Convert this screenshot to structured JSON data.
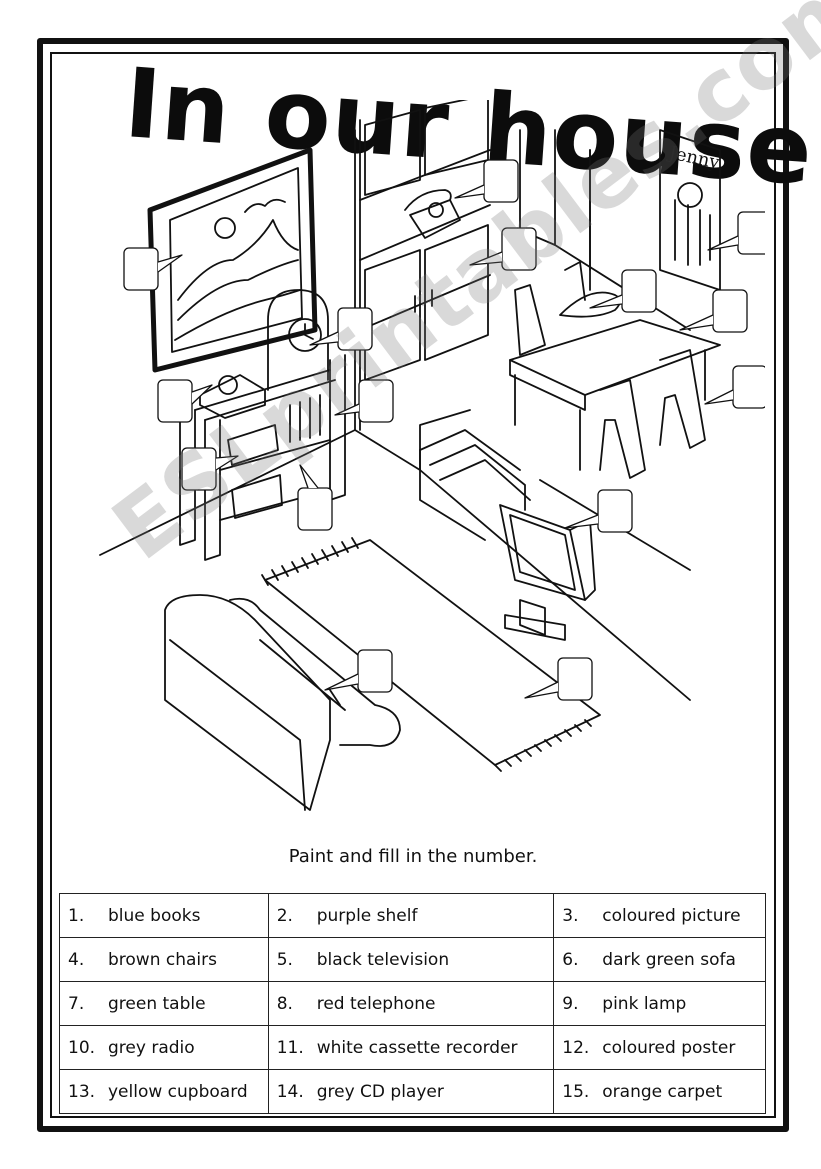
{
  "title": "In our house",
  "watermark": "ESLprintables.com",
  "instruction": "Paint and fill in the number.",
  "poster_text": "Jenny",
  "items": [
    {
      "num": "1.",
      "label": "blue books"
    },
    {
      "num": "2.",
      "label": "purple shelf"
    },
    {
      "num": "3.",
      "label": "coloured picture"
    },
    {
      "num": "4.",
      "label": "brown chairs"
    },
    {
      "num": "5.",
      "label": "black television"
    },
    {
      "num": "6.",
      "label": "dark green sofa"
    },
    {
      "num": "7.",
      "label": "green table"
    },
    {
      "num": "8.",
      "label": "red telephone"
    },
    {
      "num": "9.",
      "label": "pink lamp"
    },
    {
      "num": "10.",
      "label": "grey radio"
    },
    {
      "num": "11.",
      "label": "white cassette recorder"
    },
    {
      "num": "12.",
      "label": "coloured poster"
    },
    {
      "num": "13.",
      "label": "yellow cupboard"
    },
    {
      "num": "14.",
      "label": "grey CD player"
    },
    {
      "num": "15.",
      "label": "orange carpet"
    }
  ]
}
